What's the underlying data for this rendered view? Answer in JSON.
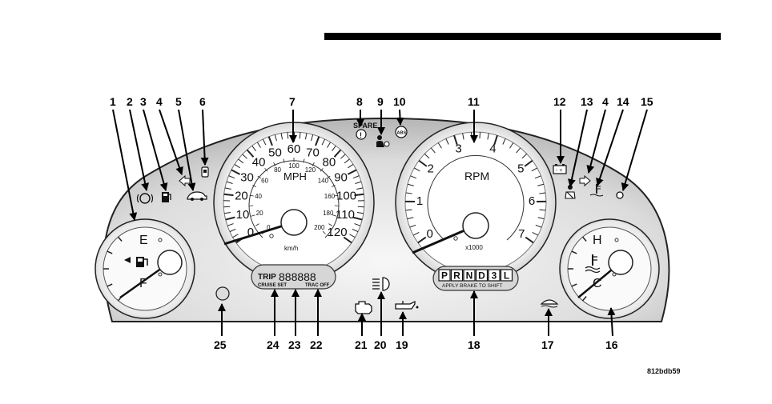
{
  "figure_code": "812bdb59",
  "callouts": {
    "c1": "1",
    "c2": "2",
    "c3": "3",
    "c4a": "4",
    "c5": "5",
    "c6": "6",
    "c7": "7",
    "c8": "8",
    "c9": "9",
    "c10": "10",
    "c11": "11",
    "c12": "12",
    "c13": "13",
    "c4b": "4",
    "c14": "14",
    "c15": "15",
    "c16": "16",
    "c17": "17",
    "c18": "18",
    "c19": "19",
    "c20": "20",
    "c21": "21",
    "c22": "22",
    "c23": "23",
    "c24": "24",
    "c25": "25"
  },
  "fuel_gauge": {
    "empty": "E",
    "full": "F"
  },
  "temp_gauge": {
    "hot": "H",
    "cold": "C"
  },
  "speedometer": {
    "unit": "MPH",
    "sub_unit": "km/h",
    "mph_ticks": [
      "0",
      "10",
      "20",
      "30",
      "40",
      "50",
      "60",
      "70",
      "80",
      "90",
      "100",
      "110",
      "120"
    ],
    "kmh_ticks": [
      "0",
      "20",
      "40",
      "60",
      "80",
      "100",
      "120",
      "140",
      "160",
      "180",
      "200"
    ]
  },
  "tachometer": {
    "unit": "RPM",
    "multiplier": "x1000",
    "ticks": [
      "0",
      "1",
      "2",
      "3",
      "4",
      "5",
      "6",
      "7"
    ]
  },
  "odometer": {
    "trip": "TRIP",
    "digits": "888888",
    "cruise": "CRUISE SET",
    "trac": "TRAC OFF"
  },
  "gear_indicator": {
    "gears": [
      "P",
      "R",
      "N",
      "D",
      "3",
      "L"
    ],
    "message": "APPLY BRAKE TO SHIFT"
  },
  "warning_lights": {
    "airbag_label": "SPARE",
    "abs_label": "ABS"
  }
}
